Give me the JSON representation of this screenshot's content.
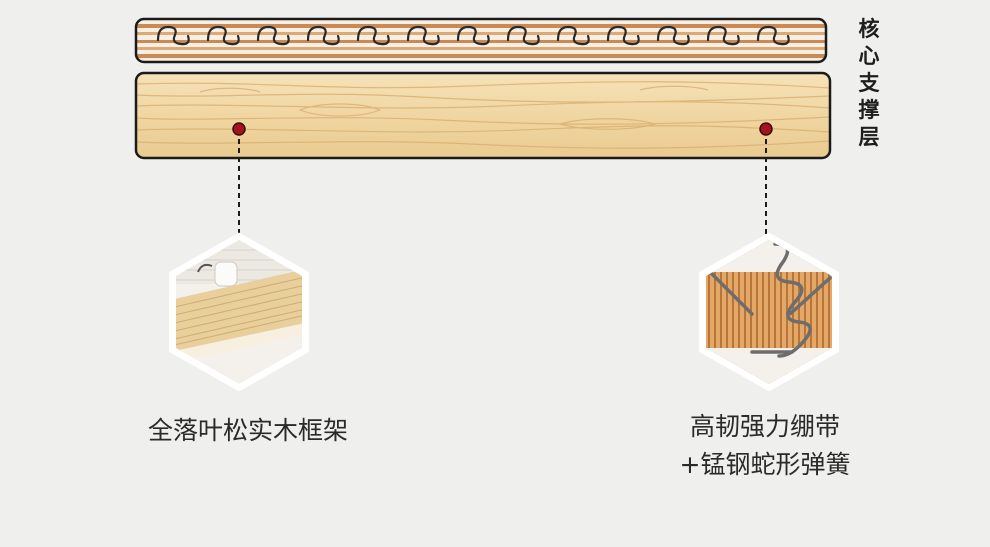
{
  "layer_label": [
    "核",
    "心",
    "支",
    "撑",
    "层"
  ],
  "left_caption": "全落叶松实木框架",
  "right_caption": [
    "高韧强力绷带",
    "+锰钢蛇形弹簧"
  ],
  "colors": {
    "background": "#efefed",
    "wood": "#f2d7a3",
    "stripe_dark": "#c98a55",
    "marker": "#a4141c"
  }
}
